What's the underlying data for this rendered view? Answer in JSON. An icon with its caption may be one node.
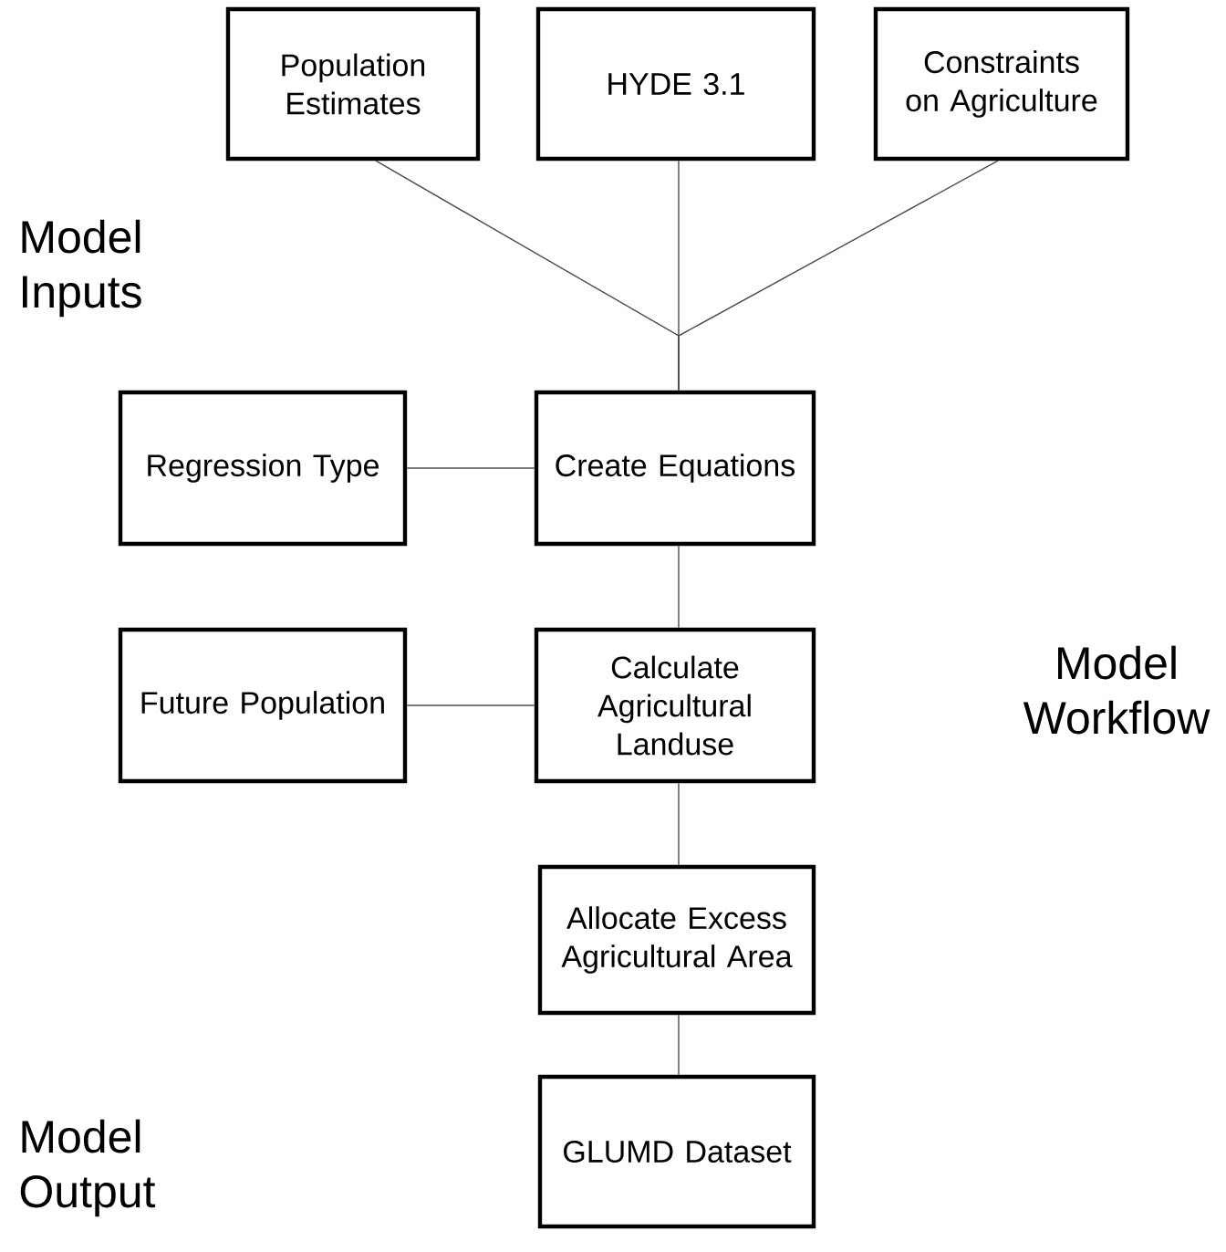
{
  "diagram": {
    "nodes": [
      {
        "text": [
          "Population Estimates"
        ]
      },
      {
        "text": [
          "HYDE 3.1"
        ]
      },
      {
        "text": [
          "Constraints on Agriculture"
        ]
      },
      {
        "text": [
          "Regression Type"
        ]
      },
      {
        "text": [
          "Create Equations"
        ]
      },
      {
        "text": [
          "Future Population"
        ]
      },
      {
        "text": [
          "Calculate Agricultural Landuse"
        ]
      },
      {
        "text": [
          "Allocate Excess Agricultural Area"
        ]
      },
      {
        "text": [
          "GLUMD Dataset"
        ]
      }
    ],
    "edges": [
      {
        "from": 0,
        "to": 4,
        "arrow": "none"
      },
      {
        "from": 1,
        "to": 4,
        "arrow": "none"
      },
      {
        "from": 2,
        "to": 4,
        "arrow": "none"
      },
      {
        "from": 3,
        "to": 4,
        "arrow": "none"
      },
      {
        "from": 4,
        "to": 6,
        "arrow": "none"
      },
      {
        "from": 5,
        "to": 6,
        "arrow": "none"
      },
      {
        "from": 6,
        "to": 7,
        "arrow": "none"
      },
      {
        "from": 7,
        "to": 8,
        "arrow": "none"
      }
    ],
    "labels": [
      "Model Inputs",
      "Model Workflow",
      "Model Output"
    ]
  }
}
